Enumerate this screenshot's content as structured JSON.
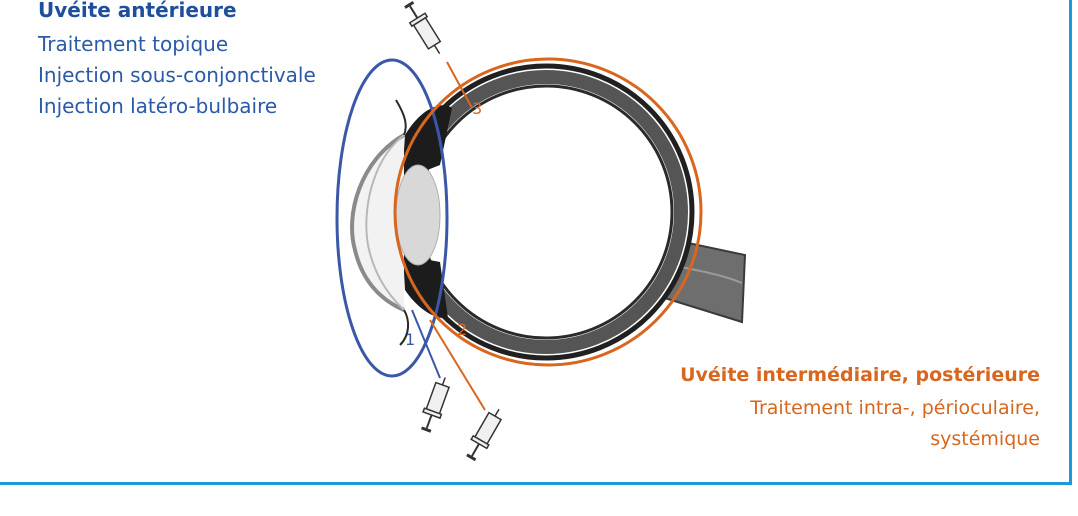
{
  "anterior": {
    "title": "Uvéite antérieure",
    "items": [
      "Traitement topique",
      "Injection sous-conjonctivale",
      "Injection latéro-bulbaire"
    ],
    "color": "#2a5aa8"
  },
  "posterior": {
    "title": "Uvéite intermédiaire, postérieure",
    "line1": "Traitement intra-, périoculaire,",
    "line2": "systémique",
    "color": "#d8661e"
  },
  "markers": {
    "one": "1",
    "two": "2",
    "three": "3"
  },
  "frame_color": "#1a9ad6"
}
